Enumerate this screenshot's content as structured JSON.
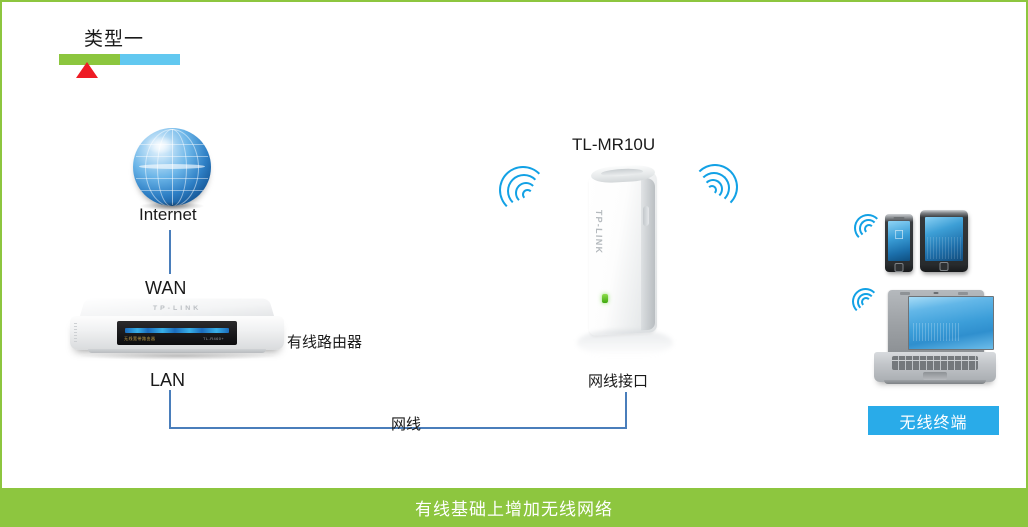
{
  "page": {
    "border_color": "#8dc63f",
    "background": "#ffffff"
  },
  "type_badge": {
    "title": "类型一",
    "bar": {
      "green_color": "#8cc63e",
      "blue_color": "#62c8f0",
      "marker_color": "#ee1b24",
      "marker_shape": "triangle-up"
    }
  },
  "diagram": {
    "internet": {
      "label": "Internet",
      "icon": "globe-icon"
    },
    "wired_router": {
      "wan_label": "WAN",
      "lan_label": "LAN",
      "device_label": "有线路由器",
      "icon": "wired-router-icon",
      "panel_text": "无线宽带路由器",
      "panel_model": "TL-R460+"
    },
    "portable_router": {
      "model_label": "TL-MR10U",
      "port_label": "网线接口",
      "brand_text": "TP-LINK",
      "icon": "portable-router-icon",
      "wifi_left_icon": "wifi-waves-icon",
      "wifi_right_icon": "wifi-waves-icon",
      "led_color": "#6edc3c"
    },
    "cable": {
      "label": "网线",
      "line_color": "#4a7ebb"
    },
    "clients": {
      "badge_label": "无线终端",
      "badge_color": "#29abe9",
      "devices": [
        {
          "name": "smartphone-icon",
          "brand_glyph": ""
        },
        {
          "name": "tablet-icon"
        },
        {
          "name": "laptop-icon"
        }
      ],
      "wifi_phone_icon": "wifi-waves-icon",
      "wifi_laptop_icon": "wifi-waves-icon"
    }
  },
  "footer": {
    "caption": "有线基础上增加无线网络",
    "background": "#8dc63f"
  }
}
